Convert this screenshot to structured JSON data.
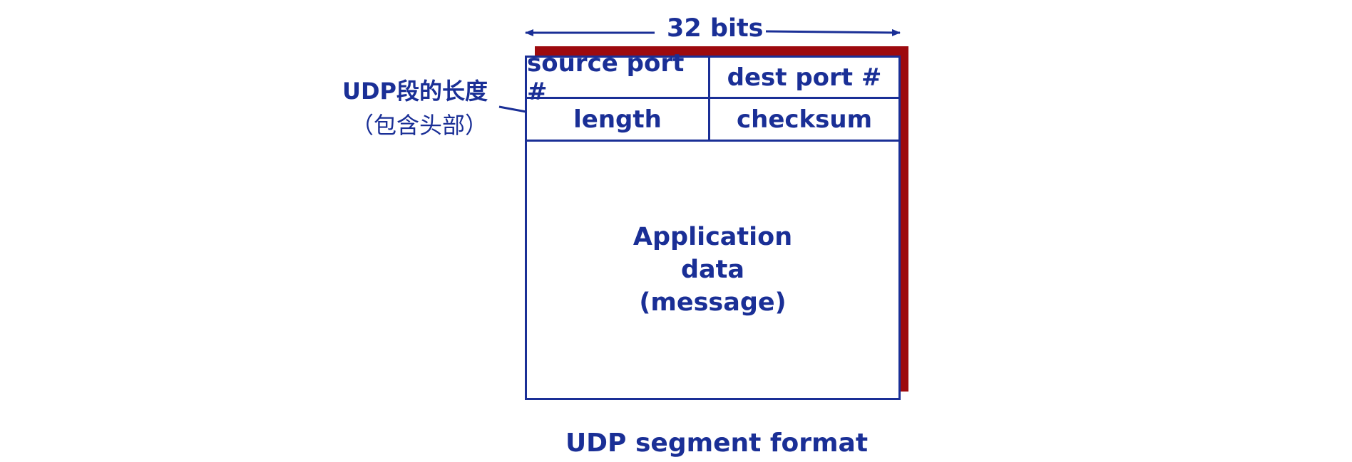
{
  "diagram": {
    "width_label": "32 bits",
    "fields": {
      "source_port": "source port #",
      "dest_port": "dest port #",
      "length": "length",
      "checksum": "checksum"
    },
    "payload": {
      "line1": "Application",
      "line2": "data",
      "line3": "(message)"
    },
    "annotation": {
      "line1": "UDP段的长度",
      "line2": "（包含头部）"
    },
    "caption": "UDP segment format"
  },
  "colors": {
    "ink": "#1a2f96",
    "shadow": "#9d0a0e",
    "background": "#ffffff"
  }
}
